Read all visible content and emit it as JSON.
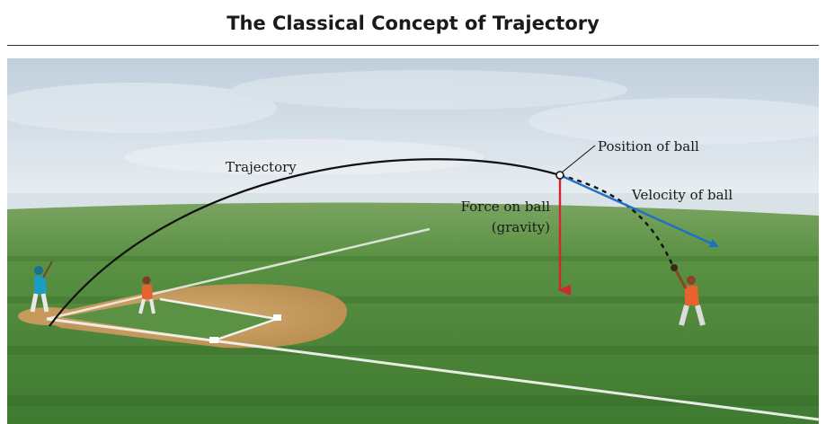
{
  "title": "The Classical Concept of Trajectory",
  "labels": {
    "trajectory": "Trajectory",
    "position": "Position of ball",
    "velocity": "Velocity of ball",
    "force_line1": "Force on ball",
    "force_line2": "(gravity)"
  },
  "colors": {
    "trajectory": "#111111",
    "velocity_arrow": "#1f6fc9",
    "force_arrow": "#d22630",
    "grass": "#4f8a3a",
    "infield_dirt": "#c9a064",
    "sky": "#c9d6e2"
  },
  "icons": [
    "batter-figure",
    "pitcher-figure",
    "outfielder-figure",
    "ball-marker"
  ]
}
